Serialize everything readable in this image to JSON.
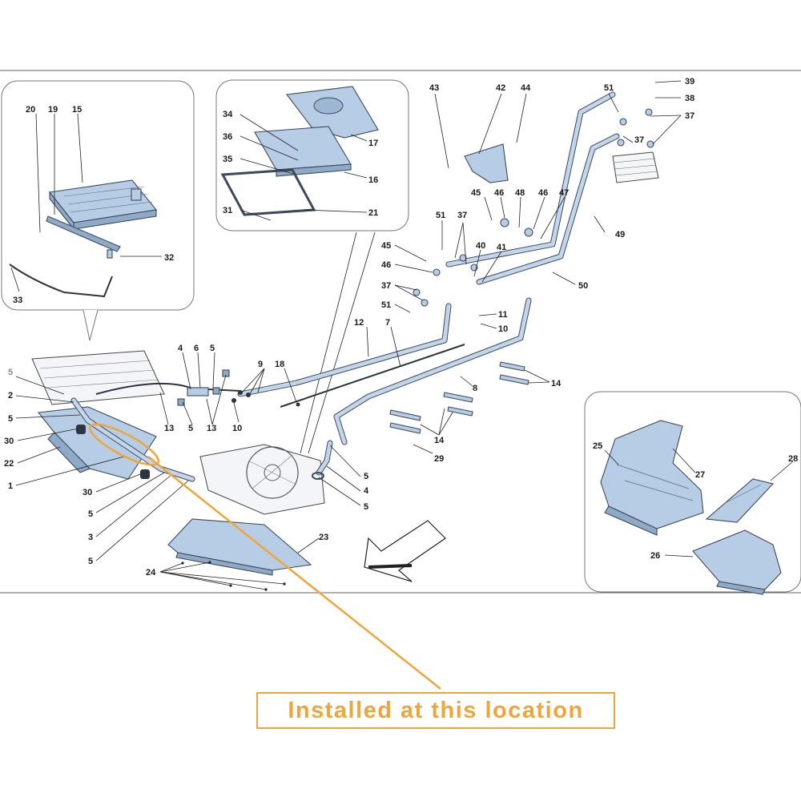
{
  "labels": {
    "inset_left": [
      "20",
      "19",
      "15",
      "32",
      "33"
    ],
    "inset_center": [
      "34",
      "36",
      "35",
      "31",
      "17",
      "16",
      "21"
    ],
    "top_right": [
      "43",
      "42",
      "44",
      "51",
      "39",
      "38",
      "37",
      "37",
      "45",
      "46",
      "48",
      "46",
      "47",
      "51",
      "37",
      "40",
      "41",
      "49",
      "50",
      "45",
      "46",
      "37",
      "51",
      "12",
      "7",
      "11",
      "10",
      "14",
      "8",
      "14",
      "29"
    ],
    "main_left": [
      "5",
      "2",
      "5",
      "30",
      "22",
      "1",
      "30",
      "5",
      "3",
      "5",
      "4",
      "6",
      "5",
      "13",
      "5",
      "13",
      "9",
      "10",
      "18"
    ],
    "main_center": [
      "5",
      "4",
      "5",
      "23",
      "24"
    ],
    "inset_right": [
      "25",
      "27",
      "28",
      "26"
    ]
  },
  "callout": {
    "text": "Installed at this location",
    "color": "#f0a53b"
  },
  "colors": {
    "part_fill": "#b7cde6",
    "part_stroke": "#3d4a5a",
    "frame": "#555555"
  }
}
